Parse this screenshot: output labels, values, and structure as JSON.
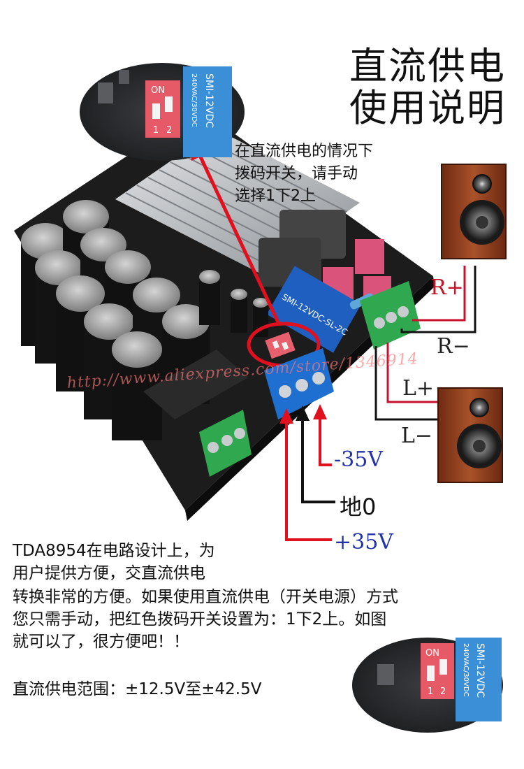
{
  "title": {
    "line1": "直流供电",
    "line2": "使用说明"
  },
  "instruction": {
    "line1": "在直流供电的情况下",
    "line2": "拨码开关，请手动",
    "line3": "选择1下2上"
  },
  "labels": {
    "r_plus": "R+",
    "r_minus": "R−",
    "l_plus": "L+",
    "l_minus": "L−",
    "minus_35v": "-35V",
    "ground": "地0",
    "plus_35v": "+35V"
  },
  "board_marks": {
    "switch_on": "ON",
    "switch_1": "1",
    "switch_2": "2",
    "relay_model": "SMI-12VDC",
    "relay_rating": "240VAC/30VDC",
    "relay_code": "SMI-12VDC-SL-2C"
  },
  "watermark": "http://www.aliexpress.com/store/1346914",
  "description": {
    "line1": "TDA8954在电路设计上，为",
    "line2": "用户提供方便，交直流供电",
    "line3": "转换非常的方便。如果使用直流供电（开关电源）方式",
    "line4": "您只需手动，把红色拨码开关设置为：1下2上。如图",
    "line5": "就可以了，很方便吧！！",
    "range": "直流供电范围：±12.5V至±42.5V"
  },
  "colors": {
    "arrow_red": "#e0101e",
    "wire_red": "#c8102e",
    "label_blue": "#2233aa",
    "pcb": "#1c1c1c",
    "heatsink": "#b9bcc0",
    "terminal_blue": "#1e6fd0",
    "terminal_green": "#2fa84f",
    "relay_blue": "#1f5fbf",
    "speaker_wood": "#8a3b1c",
    "magnifier_bg": "#2a2c2e"
  }
}
